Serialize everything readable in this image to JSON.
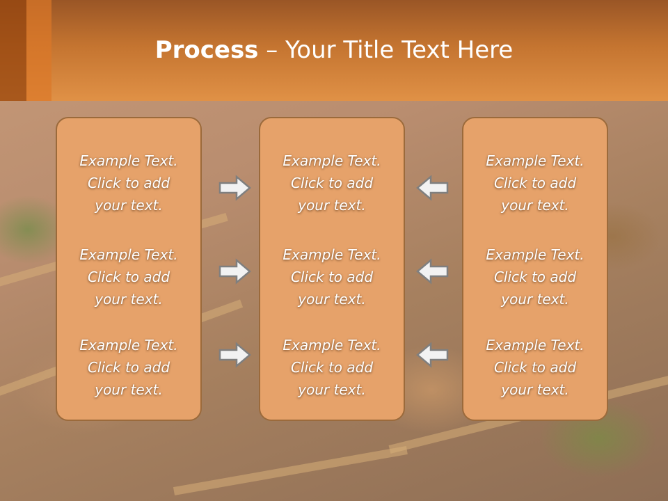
{
  "slide": {
    "title_bold": "Process",
    "title_rest": " – Your Title Text Here"
  },
  "columns": [
    {
      "items": [
        {
          "line1": "Example Text.",
          "line2": "Click  to add",
          "line3": "your text."
        },
        {
          "line1": "Example Text.",
          "line2": "Click  to add",
          "line3": "your text."
        },
        {
          "line1": "Example Text.",
          "line2": "Click  to add",
          "line3": "your text."
        }
      ]
    },
    {
      "items": [
        {
          "line1": "Example Text.",
          "line2": "Click  to add",
          "line3": "your text."
        },
        {
          "line1": "Example Text.",
          "line2": "Click  to add",
          "line3": "your text."
        },
        {
          "line1": "Example Text.",
          "line2": "Click  to add",
          "line3": "your text."
        }
      ]
    },
    {
      "items": [
        {
          "line1": "Example Text.",
          "line2": "Click  to add",
          "line3": "your text."
        },
        {
          "line1": "Example Text.",
          "line2": "Click  to add",
          "line3": "your text."
        },
        {
          "line1": "Example Text.",
          "line2": "Click  to add",
          "line3": "your text."
        }
      ]
    }
  ],
  "arrows": {
    "left_group": "arrow-right-icon",
    "right_group": "arrow-left-icon"
  },
  "colors": {
    "header": "#c47430",
    "box_fill": "#e6a26a",
    "box_border": "#9b6a3b",
    "arrow_fill": "#f2f2f2",
    "arrow_stroke": "#7f7f7f"
  }
}
